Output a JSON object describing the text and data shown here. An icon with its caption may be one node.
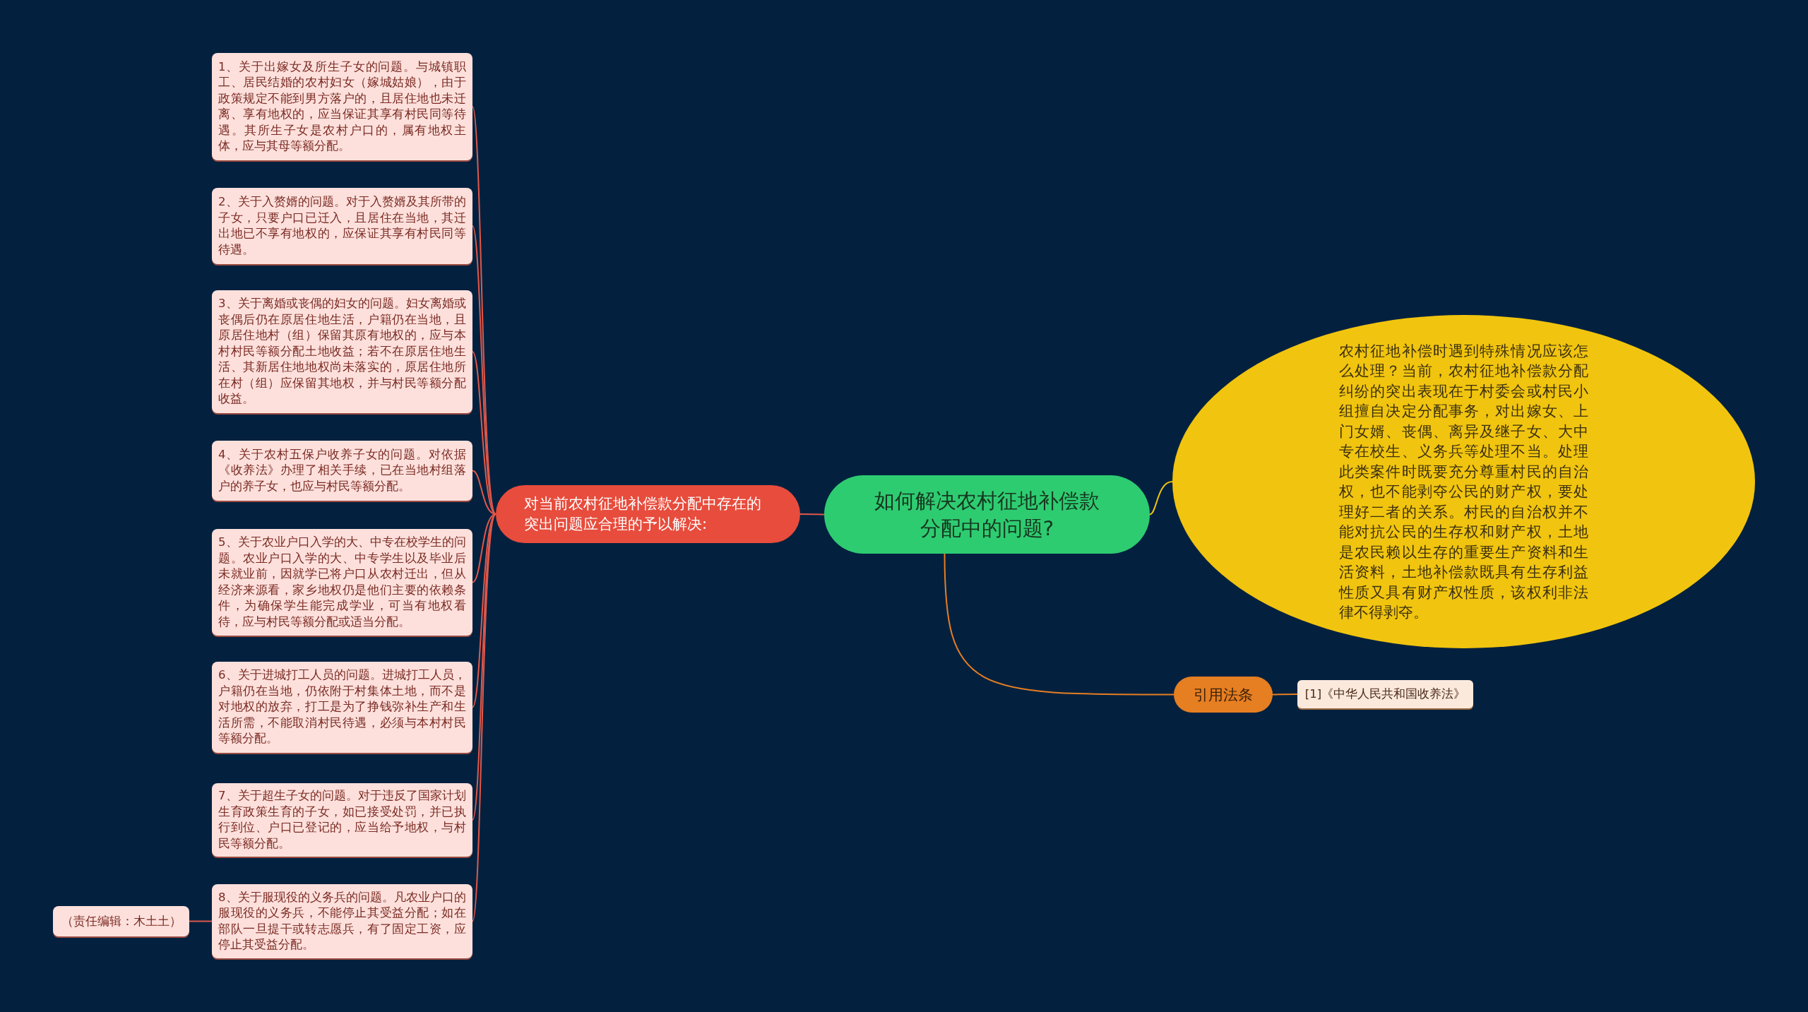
{
  "diagram": {
    "nodes": [
      {
        "text": [
          "如何解决农村征地补偿款分配中的问题?"
        ]
      },
      {
        "text": [
          "对当前农村征地补偿款分配中存在的突出问题应合理的予以解决:"
        ]
      },
      {
        "text": [
          "1、关于出嫁女及所生子女的问题。与城镇职工、居民结婚的农村妇女（嫁城姑娘），由于政策规定不能到男方落户的，且居住地也未迁离、享有地权的，应当保证其享有村民同等待遇。其所生子女是农村户口的，属有地权主体，应与其母等额分配。"
        ]
      },
      {
        "text": [
          "2、关于入赘婿的问题。对于入赘婿及其所带的子女，只要户口已迁入，且居住在当地，其迁出地已不享有地权的，应保证其享有村民同等待遇。"
        ]
      },
      {
        "text": [
          "3、关于离婚或丧偶的妇女的问题。妇女离婚或丧偶后仍在原居住地生活，户籍仍在当地，且原居住地村（组）保留其原有地权的，应与本村村民等额分配土地收益；若不在原居住地生活、其新居住地地权尚未落实的，原居住地所在村（组）应保留其地权，并与村民等额分配收益。"
        ]
      },
      {
        "text": [
          "4、关于农村五保户收养子女的问题。对依据《收养法》办理了相关手续，已在当地村组落户的养子女，也应与村民等额分配。"
        ]
      },
      {
        "text": [
          "5、关于农业户口入学的大、中专在校学生的问题。农业户口入学的大、中专学生以及毕业后未就业前，因就学已将户口从农村迁出，但从经济来源看，家乡地权仍是他们主要的依赖条件，为确保学生能完成学业，可当有地权看待，应与村民等额分配或适当分配。"
        ]
      },
      {
        "text": [
          "6、关于进城打工人员的问题。进城打工人员，户籍仍在当地，仍依附于村集体土地，而不是对地权的放弃，打工是为了挣钱弥补生产和生活所需，不能取消村民待遇，必须与本村村民等额分配。"
        ]
      },
      {
        "text": [
          "7、关于超生子女的问题。对于违反了国家计划生育政策生育的子女，如已接受处罚，并已执行到位、户口已登记的，应当给予地权，与村民等额分配。"
        ]
      },
      {
        "text": [
          "8、关于服现役的义务兵的问题。凡农业户口的服现役的义务兵，不能停止其受益分配；如在部队一旦提干或转志愿兵，有了固定工资，应停止其受益分配。"
        ]
      },
      {
        "text": [
          "（责任编辑：木土土）"
        ]
      },
      {
        "text": [
          "农村征地补偿时遇到特殊情况应该怎么处理？当前，农村征地补偿款分配纠纷的突出表现在于村委会或村民小组擅自决定分配事务，对出嫁女、上门女婿、丧偶、离异及继子女、大中专在校生、义务兵等处理不当。处理此类案件时既要充分尊重村民的自治权，也不能剥夺公民的财产权，要处理好二者的关系。村民的自治权并不能对抗公民的生存权和财产权，土地是农民赖以生存的重要生产资料和生活资料，土地补偿款既具有生存利益性质又具有财产权性质，该权利非法律不得剥夺。"
        ]
      },
      {
        "text": [
          "引用法条"
        ]
      },
      {
        "text": [
          "[1]《中华人民共和国收养法》"
        ]
      }
    ],
    "edges": [
      {
        "from": 0,
        "to": 1,
        "arrow": "none"
      },
      {
        "from": 1,
        "to": 2,
        "arrow": "none"
      },
      {
        "from": 1,
        "to": 3,
        "arrow": "none"
      },
      {
        "from": 1,
        "to": 4,
        "arrow": "none"
      },
      {
        "from": 1,
        "to": 5,
        "arrow": "none"
      },
      {
        "from": 1,
        "to": 6,
        "arrow": "none"
      },
      {
        "from": 1,
        "to": 7,
        "arrow": "none"
      },
      {
        "from": 1,
        "to": 8,
        "arrow": "none"
      },
      {
        "from": 1,
        "to": 9,
        "arrow": "none"
      },
      {
        "from": 9,
        "to": 10,
        "arrow": "none"
      },
      {
        "from": 0,
        "to": 11,
        "arrow": "none",
        "color": "#f1c40f"
      },
      {
        "from": 0,
        "to": 12,
        "arrow": "none",
        "color": "#e67e22"
      },
      {
        "from": 12,
        "to": 13,
        "arrow": "none",
        "color": "#e67e22"
      }
    ]
  }
}
